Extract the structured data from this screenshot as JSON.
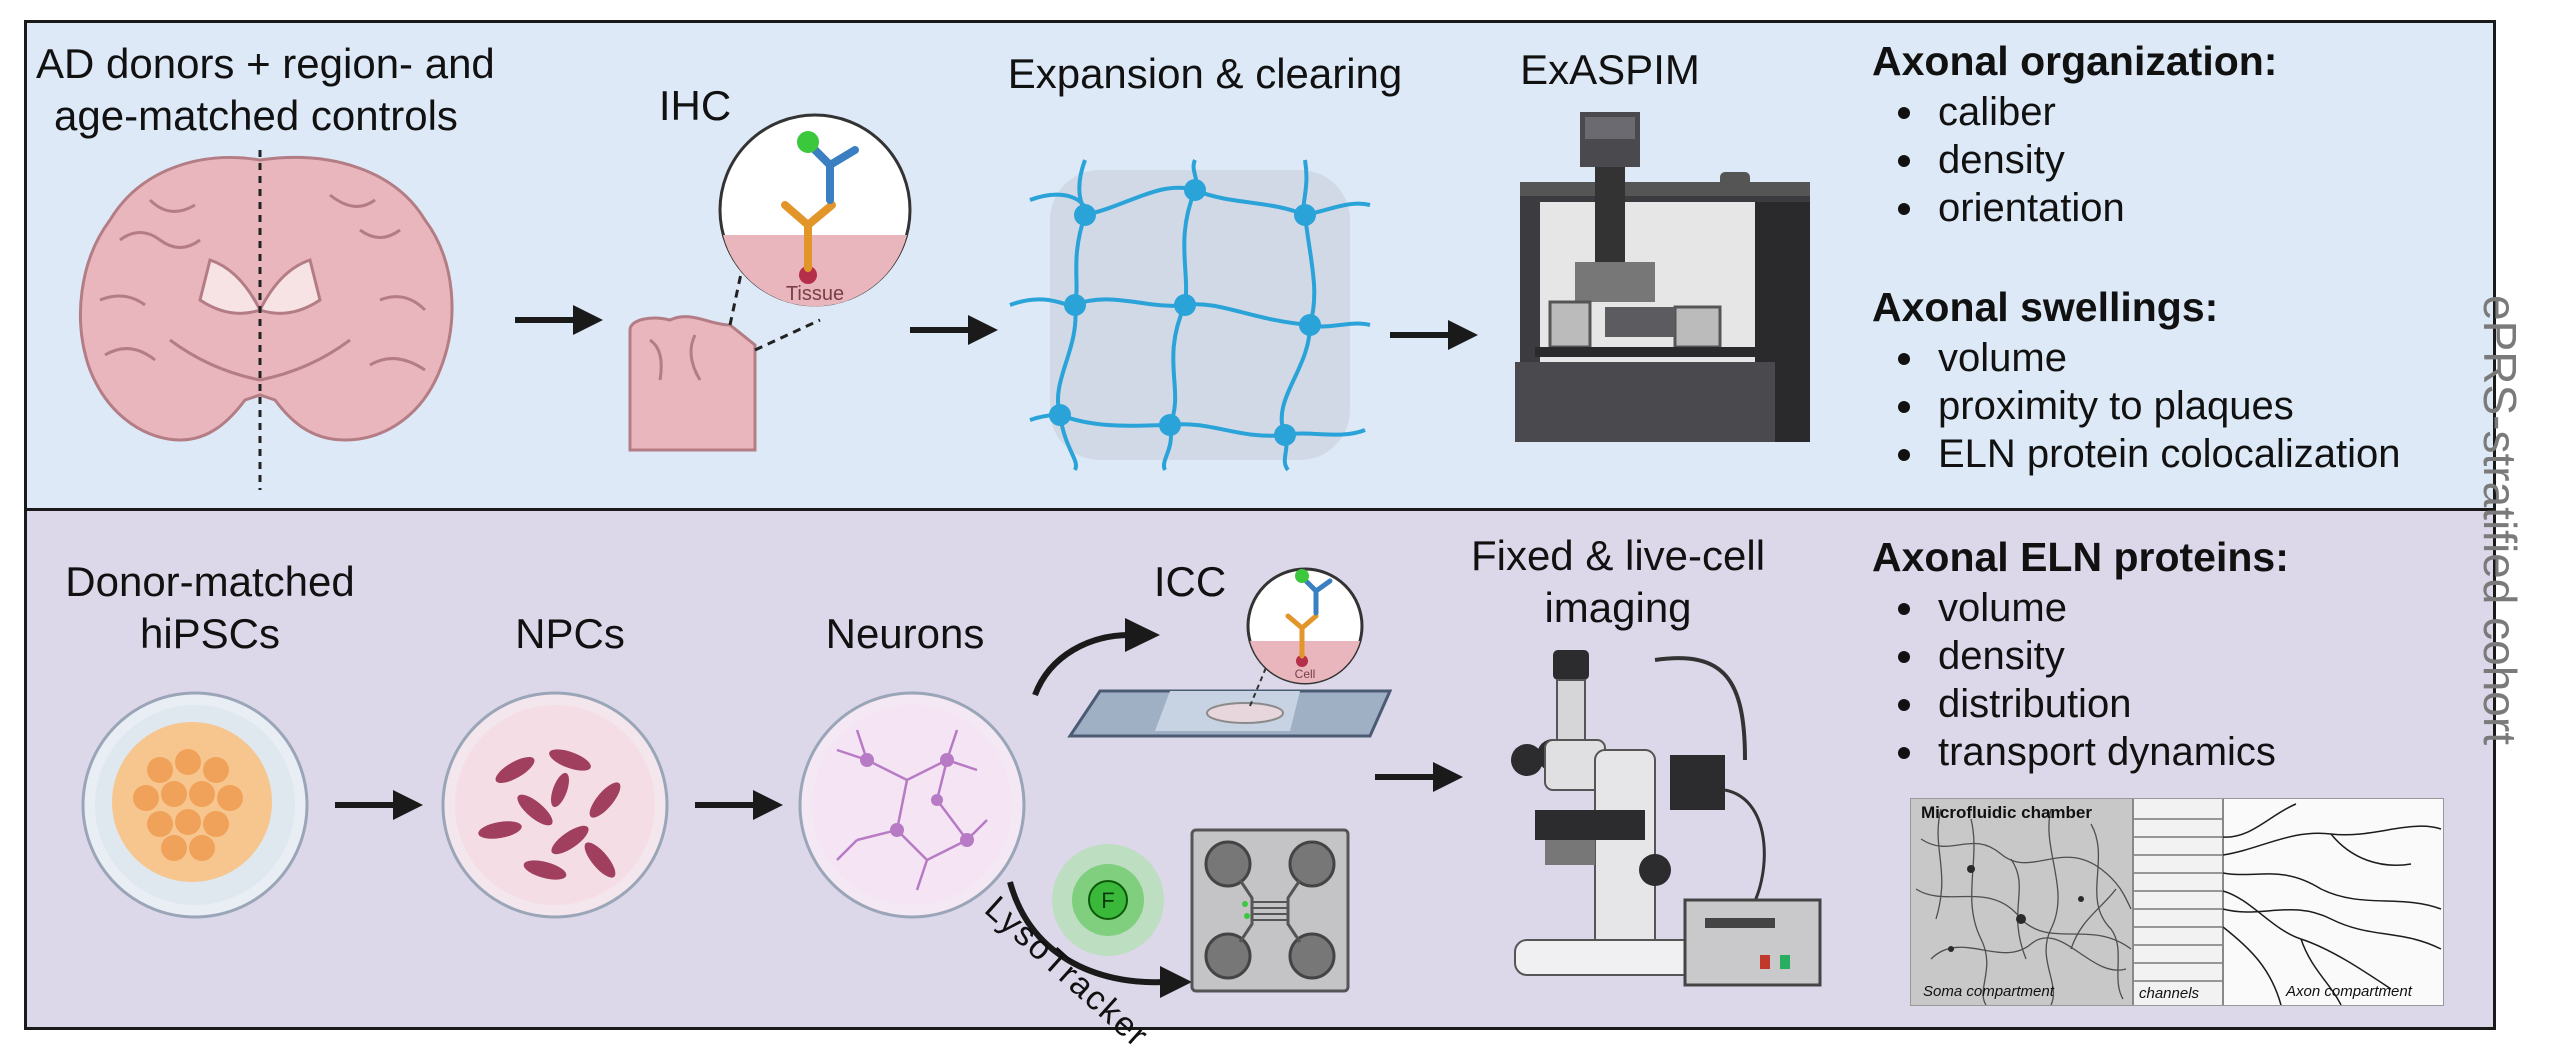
{
  "top": {
    "step1": [
      "AD donors + region- and",
      "age-matched controls"
    ],
    "step2": "IHC",
    "step2_tissue": "Tissue",
    "step3": "Expansion & clearing",
    "step4": "ExASPIM",
    "organization_title": "Axonal organization:",
    "organization_items": [
      "caliber",
      "density",
      "orientation"
    ],
    "swellings_title": "Axonal swellings:",
    "swellings_items": [
      "volume",
      "proximity to plaques",
      "ELN protein colocalization"
    ]
  },
  "bottom": {
    "step1": [
      "Donor-matched",
      "hiPSCs"
    ],
    "step2": "NPCs",
    "step3": "Neurons",
    "icc": "ICC",
    "icc_cell": "Cell",
    "lysotracker": "LysoTracker",
    "lysotracker_badge": "F",
    "step4": [
      "Fixed & live-cell",
      "imaging"
    ],
    "eln_title": "Axonal ELN proteins:",
    "eln_items": [
      "volume",
      "density",
      "distribution",
      "transport dynamics"
    ],
    "figure": {
      "title": "Microfluidic chamber",
      "soma": "Soma compartment",
      "channels": "channels",
      "axon": "Axon compartment"
    }
  },
  "side_label": "ePRS-stratified cohort",
  "colors": {
    "top_bg": "#dde9f6",
    "bottom_bg": "#dcd8ea",
    "brain": "#e8b6bc",
    "hydrogel": "#2aa3d9",
    "antibody_blue": "#3a7fc1",
    "antibody_orange": "#e2962a",
    "fluor_green": "#3cc83c"
  }
}
